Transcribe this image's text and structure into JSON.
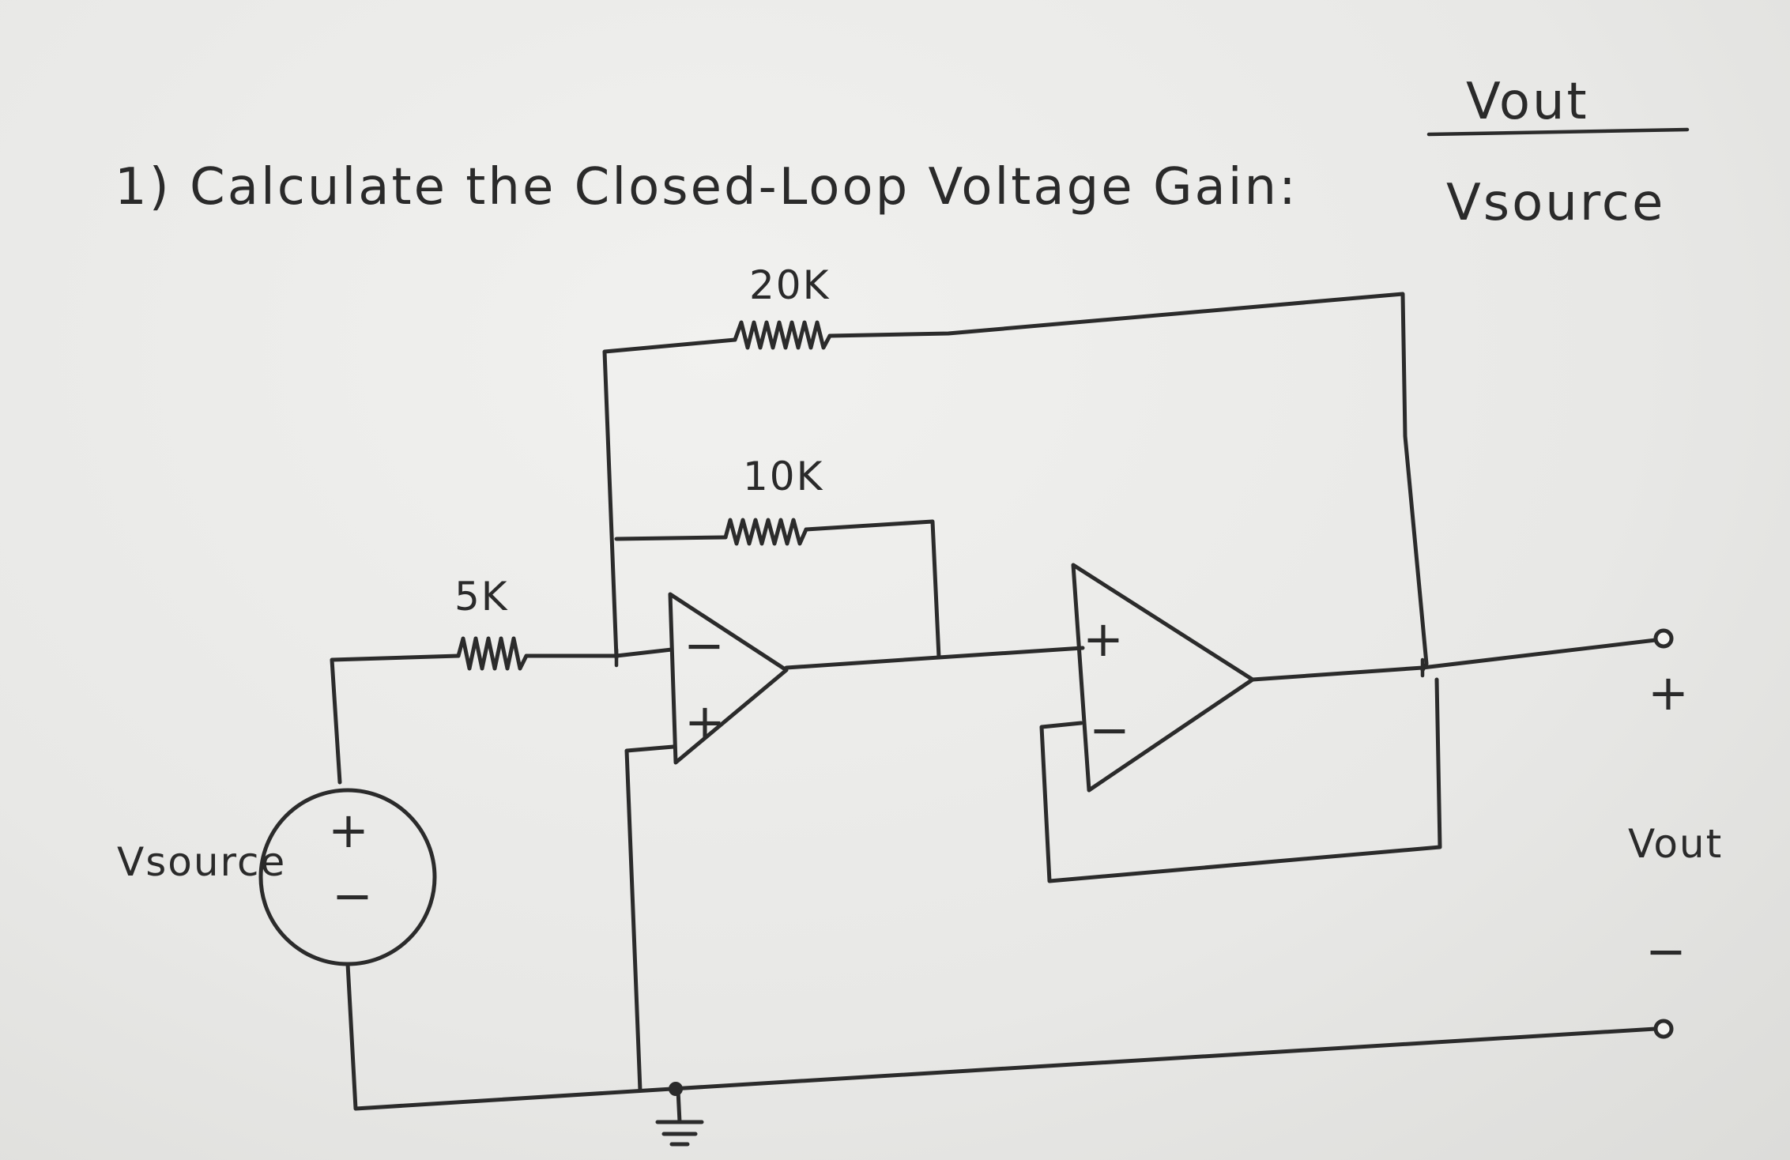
{
  "question": {
    "title": "1) Calculate the Closed-Loop Voltage Gain:",
    "gain_numerator": "Vout",
    "gain_denominator": "Vsource"
  },
  "components": {
    "r_feedback_outer": "20K",
    "r_feedback_inner": "10K",
    "r_input": "5K",
    "source_label": "Vsource",
    "source_plus": "+",
    "source_minus": "−",
    "opamp1_inverting": "−",
    "opamp1_noninverting": "+",
    "opamp2_noninverting": "+",
    "opamp2_inverting": "−"
  },
  "output": {
    "plus": "+",
    "label": "Vout",
    "minus": "−"
  },
  "colors": {
    "paper": "#eeeeec",
    "ink": "#2b2b2b"
  }
}
